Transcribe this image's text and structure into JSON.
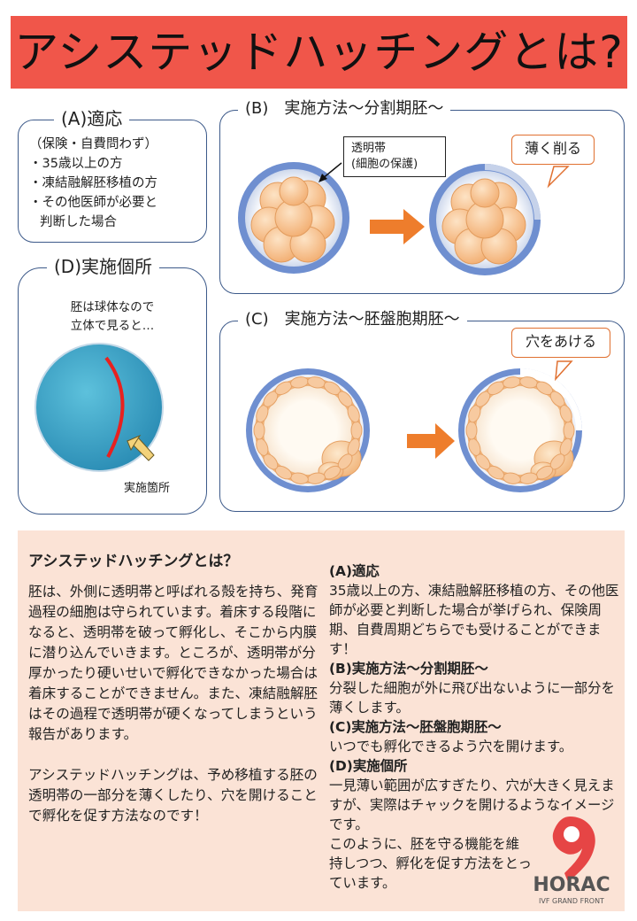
{
  "title": "アシステッドハッチングとは?",
  "section_a": {
    "label": "(A)適応",
    "items": [
      "（保険・自費問わず）",
      "・35歳以上の方",
      "・凍結融解胚移植の方",
      "・その他医師が必要と",
      "判断した場合"
    ]
  },
  "section_b": {
    "label": "(B)　実施方法～分割期胚～",
    "zona_label_line1": "透明帯",
    "zona_label_line2": "(細胞の保護)",
    "callout": "薄く削る"
  },
  "section_c": {
    "label": "(C)　実施方法～胚盤胞期胚～",
    "callout": "穴をあける"
  },
  "section_d": {
    "label": "(D)実施個所",
    "desc_line1": "胚は球体なので",
    "desc_line2": "立体で見ると…",
    "site_label": "実施箇所"
  },
  "explanation": {
    "title": "アシステッドハッチングとは？",
    "left_paragraphs": [
      "胚は、外側に透明帯と呼ばれる殻を持ち、発育過程の細胞は守られています。着床する段階になると、透明帯を破って孵化し、そこから内膜に潜り込んでいきます。ところが、透明帯が分厚かったり硬いせいで孵化できなかった場合は着床することができません。また、凍結融解胚はその過程で透明帯が硬くなってしまうという報告があります。",
      "アシステッドハッチングは、予め移植する胚の透明帯の一部分を薄くしたり、穴を開けることで孵化を促す方法なのです！"
    ],
    "a_head": "(A)適応",
    "a_text": "35歳以上の方、凍結融解胚移植の方、その他医師が必要と判断した場合が挙げられ、保険周期、自費周期どちらでも受けることができます！",
    "b_head": "(B)実施方法～分割期胚～",
    "b_text": "分裂した細胞が外に飛び出ないように一部分を薄くします。",
    "c_head": "(C)実施方法～胚盤胞期胚～",
    "c_text": "いつでも孵化できるよう穴を開けます。",
    "d_head": "(D)実施個所",
    "d_text1": "一見薄い範囲が広すぎたり、穴が大きく見えますが、実際はチャックを開けるようなイメージです。",
    "d_text2": "このように、胚を守る機能を維持しつつ、孵化を促す方法をとっています。"
  },
  "logo": {
    "name": "HORAC",
    "sub": "IVF GRAND FRONT"
  }
}
